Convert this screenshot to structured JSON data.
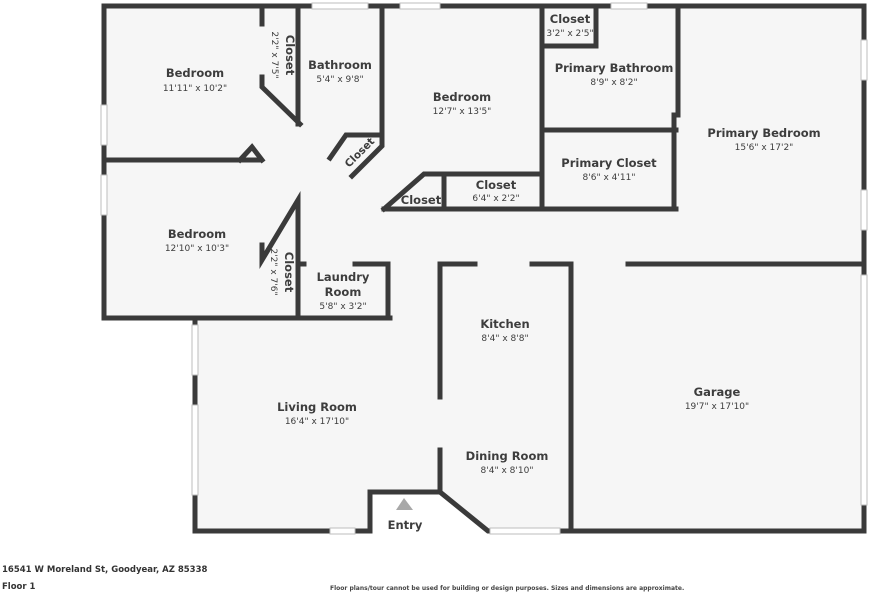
{
  "rooms": {
    "bedroom_nw": {
      "name": "Bedroom",
      "dims": "11'11\" x 10'2\""
    },
    "closet_nw": {
      "name": "Closet",
      "dims": "2'2\" x 7'5\""
    },
    "bathroom": {
      "name": "Bathroom",
      "dims": "5'4\" x 9'8\""
    },
    "bath_closet": {
      "name": "Closet"
    },
    "bedroom_n": {
      "name": "Bedroom",
      "dims": "12'7\" x 13'5\""
    },
    "closet_small": {
      "name": "Closet"
    },
    "closet_hall": {
      "name": "Closet",
      "dims": "6'4\" x 2'2\""
    },
    "closet_primary_bath": {
      "name": "Closet",
      "dims": "3'2\" x 2'5\""
    },
    "primary_bathroom": {
      "name": "Primary Bathroom",
      "dims": "8'9\" x 8'2\""
    },
    "primary_closet": {
      "name": "Primary Closet",
      "dims": "8'6\" x 4'11\""
    },
    "primary_bedroom": {
      "name": "Primary Bedroom",
      "dims": "15'6\" x 17'2\""
    },
    "bedroom_w": {
      "name": "Bedroom",
      "dims": "12'10\" x 10'3\""
    },
    "closet_w": {
      "name": "Closet",
      "dims": "2'2\" x 7'6\""
    },
    "laundry": {
      "name_line1": "Laundry",
      "name_line2": "Room",
      "dims": "5'8\" x 3'2\""
    },
    "kitchen": {
      "name": "Kitchen",
      "dims": "8'4\" x 8'8\""
    },
    "garage": {
      "name": "Garage",
      "dims": "19'7\" x 17'10\""
    },
    "living_room": {
      "name": "Living Room",
      "dims": "16'4\" x 17'10\""
    },
    "dining_room": {
      "name": "Dining Room",
      "dims": "8'4\" x 8'10\""
    },
    "entry": {
      "name": "Entry"
    }
  },
  "footer": {
    "address": "16541 W Moreland St, Goodyear, AZ 85338",
    "floor": "Floor 1",
    "disclaimer": "Floor plans/tour cannot be used for building or design purposes. Sizes and dimensions are approximate."
  },
  "colors": {
    "wall": "#3a3a3a",
    "floor": "#f6f6f6",
    "text": "#3d3d3d",
    "entry_marker": "#a8a8a8"
  }
}
